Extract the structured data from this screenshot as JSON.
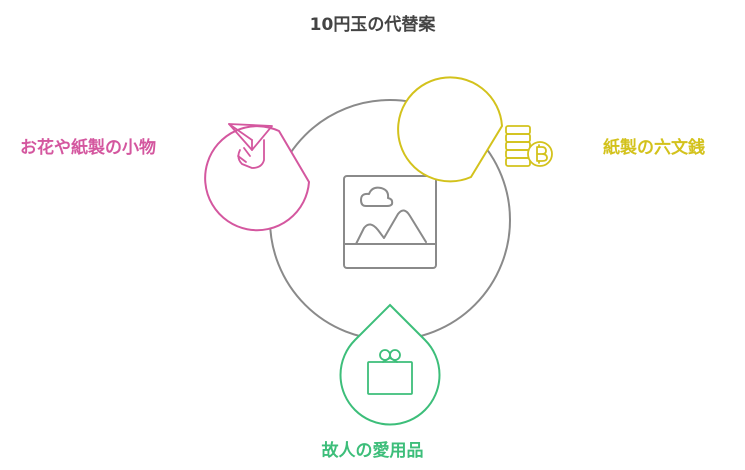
{
  "title": "10円玉の代替案",
  "items": {
    "left": {
      "label": "お花や紙製の小物",
      "icon": "paper-plane-hand-icon",
      "color": "#d4579f"
    },
    "right": {
      "label": "紙製の六文銭",
      "icon": "coins-icon",
      "color": "#d3c21c"
    },
    "bottom": {
      "label": "故人の愛用品",
      "icon": "gift-box-icon",
      "color": "#3dbe7a"
    }
  },
  "center": {
    "icon": "image-placeholder-icon"
  },
  "colors": {
    "ring": "#8a8a8a",
    "title": "#444444"
  }
}
